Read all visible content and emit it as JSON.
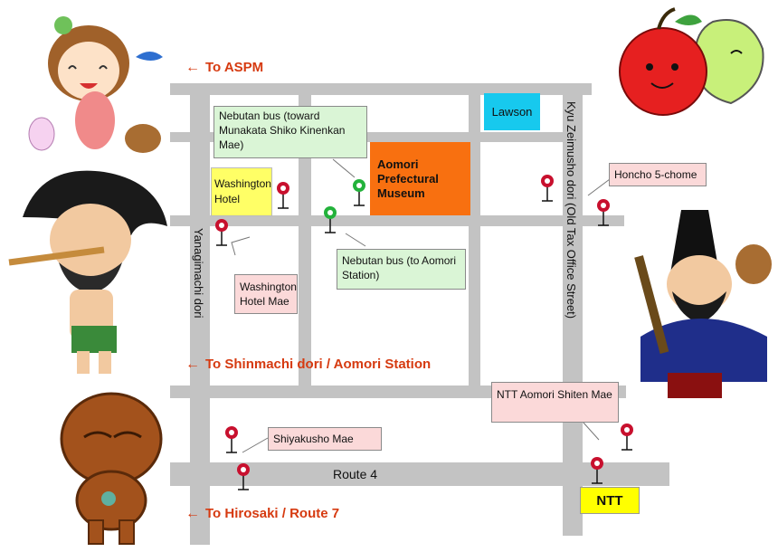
{
  "directions": {
    "aspm": "To ASPM",
    "shinmachi": "To Shinmachi dori / Aomori Station",
    "hirosaki": "To Hirosaki / Route 7"
  },
  "streets": {
    "yanagimachi": "Yanagimachi dori",
    "kyu_zeimusho": "Kyu Zeimusho dori (Old Tax Office Street)",
    "route4": "Route 4"
  },
  "places": {
    "lawson": "Lawson",
    "museum": "Aomori Prefectural Museum",
    "washington_hotel": "Washington Hotel",
    "ntt": "NTT"
  },
  "bus_stops": {
    "nebutan_munakata": "Nebutan bus (toward Munakata Shiko Kinenkan Mae)",
    "nebutan_station": "Nebutan bus (to Aomori Station)",
    "washington_hotel_mae": "Washington Hotel Mae",
    "honcho": "Honcho 5-chome",
    "shiyakusho": "Shiyakusho Mae",
    "ntt_shiten": "NTT Aomori Shiten Mae"
  },
  "colors": {
    "road": "#c3c3c3",
    "museum": "#f87010",
    "lawson": "#17c9ee",
    "washington": "#ffff66",
    "ntt": "#ffff00",
    "callout_pink": "#fbd9d9",
    "callout_green": "#daf5d6",
    "stop_red": "#c8102e",
    "stop_green": "#23b23b",
    "direction_text": "#d63a10"
  },
  "icons": {
    "bus_stop_red": "bus-stop-red-icon",
    "bus_stop_green": "bus-stop-green-icon",
    "direction_arrow": "left-arrow-icon"
  }
}
